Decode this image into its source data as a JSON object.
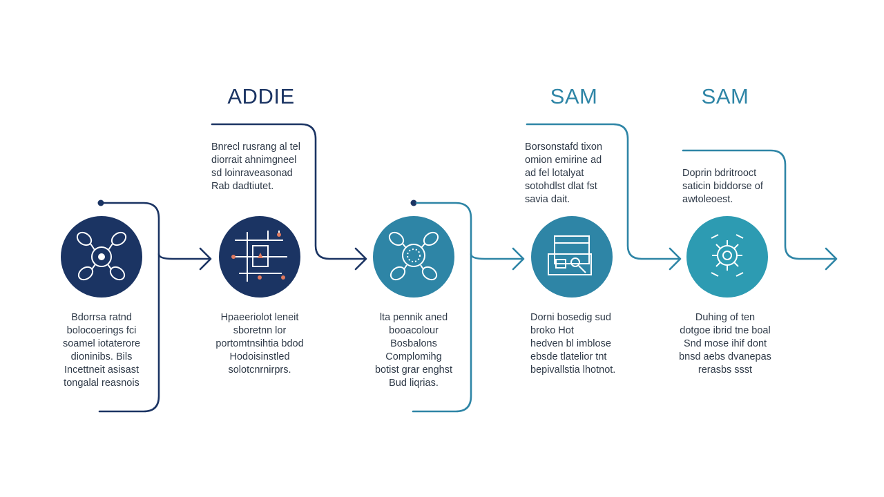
{
  "colors": {
    "navy": "#1b3463",
    "teal": "#2e85a6",
    "teal_light": "#2d9bb2",
    "text": "#2f3a48",
    "dot": "#e07a5f",
    "white": "#ffffff"
  },
  "headings": [
    {
      "text": "ADDIE",
      "color": "#1b3463"
    },
    {
      "text": "SAM",
      "color": "#2e85a6"
    },
    {
      "text": "SAM",
      "color": "#2e85a6"
    }
  ],
  "stages": [
    {
      "icon": "molecule-icon",
      "color": "#1b3463",
      "bottom_text": "Bdorrsa ratnd\nbolocoerings fci\nsoamel iotaterore\ndioninibs. Bils\nIncettneit asisast\ntongalal reasnois"
    },
    {
      "icon": "circuit-icon",
      "color": "#1b3463",
      "top_text": "Bnrecl rusrang al tel\ndiorrait ahnimgneel\nsd loinraveasonad\nRab dadtiutet.",
      "bottom_text": "Hpaeeriolot leneit\nsboretnn lor\nportomtnsihtia bdod\nHodoisinstled\nsolotcnrnirprs."
    },
    {
      "icon": "molecule-icon",
      "color": "#2e85a6",
      "bottom_text": "lta pennik aned\nbooacolour\nBosbalons\nComplomihg\nbotist grar enghst\nBud liqrias."
    },
    {
      "icon": "browser-search-icon",
      "color": "#2e85a6",
      "top_text": "Borsonstafd tixon\nomion emirine ad\nad fel lotalyat\nsotohdlst dlat fst\nsavia dait.",
      "bottom_text": "Dorni bosedig sud\nbroko Hot\nhedven bl imblose\nebsde tlatelior tnt\nbepivallstia lhotnot."
    },
    {
      "icon": "gear-network-icon",
      "color": "#2d9bb2",
      "top_text": "Doprin bdritrooct\nsaticin biddorse of\nawtoleoest.",
      "bottom_text": "Duhing of ten\ndotgoe ibrid tne boal\nSnd mose ihif dont\nbnsd aebs dvanepas\nrerasbs ssst"
    }
  ]
}
